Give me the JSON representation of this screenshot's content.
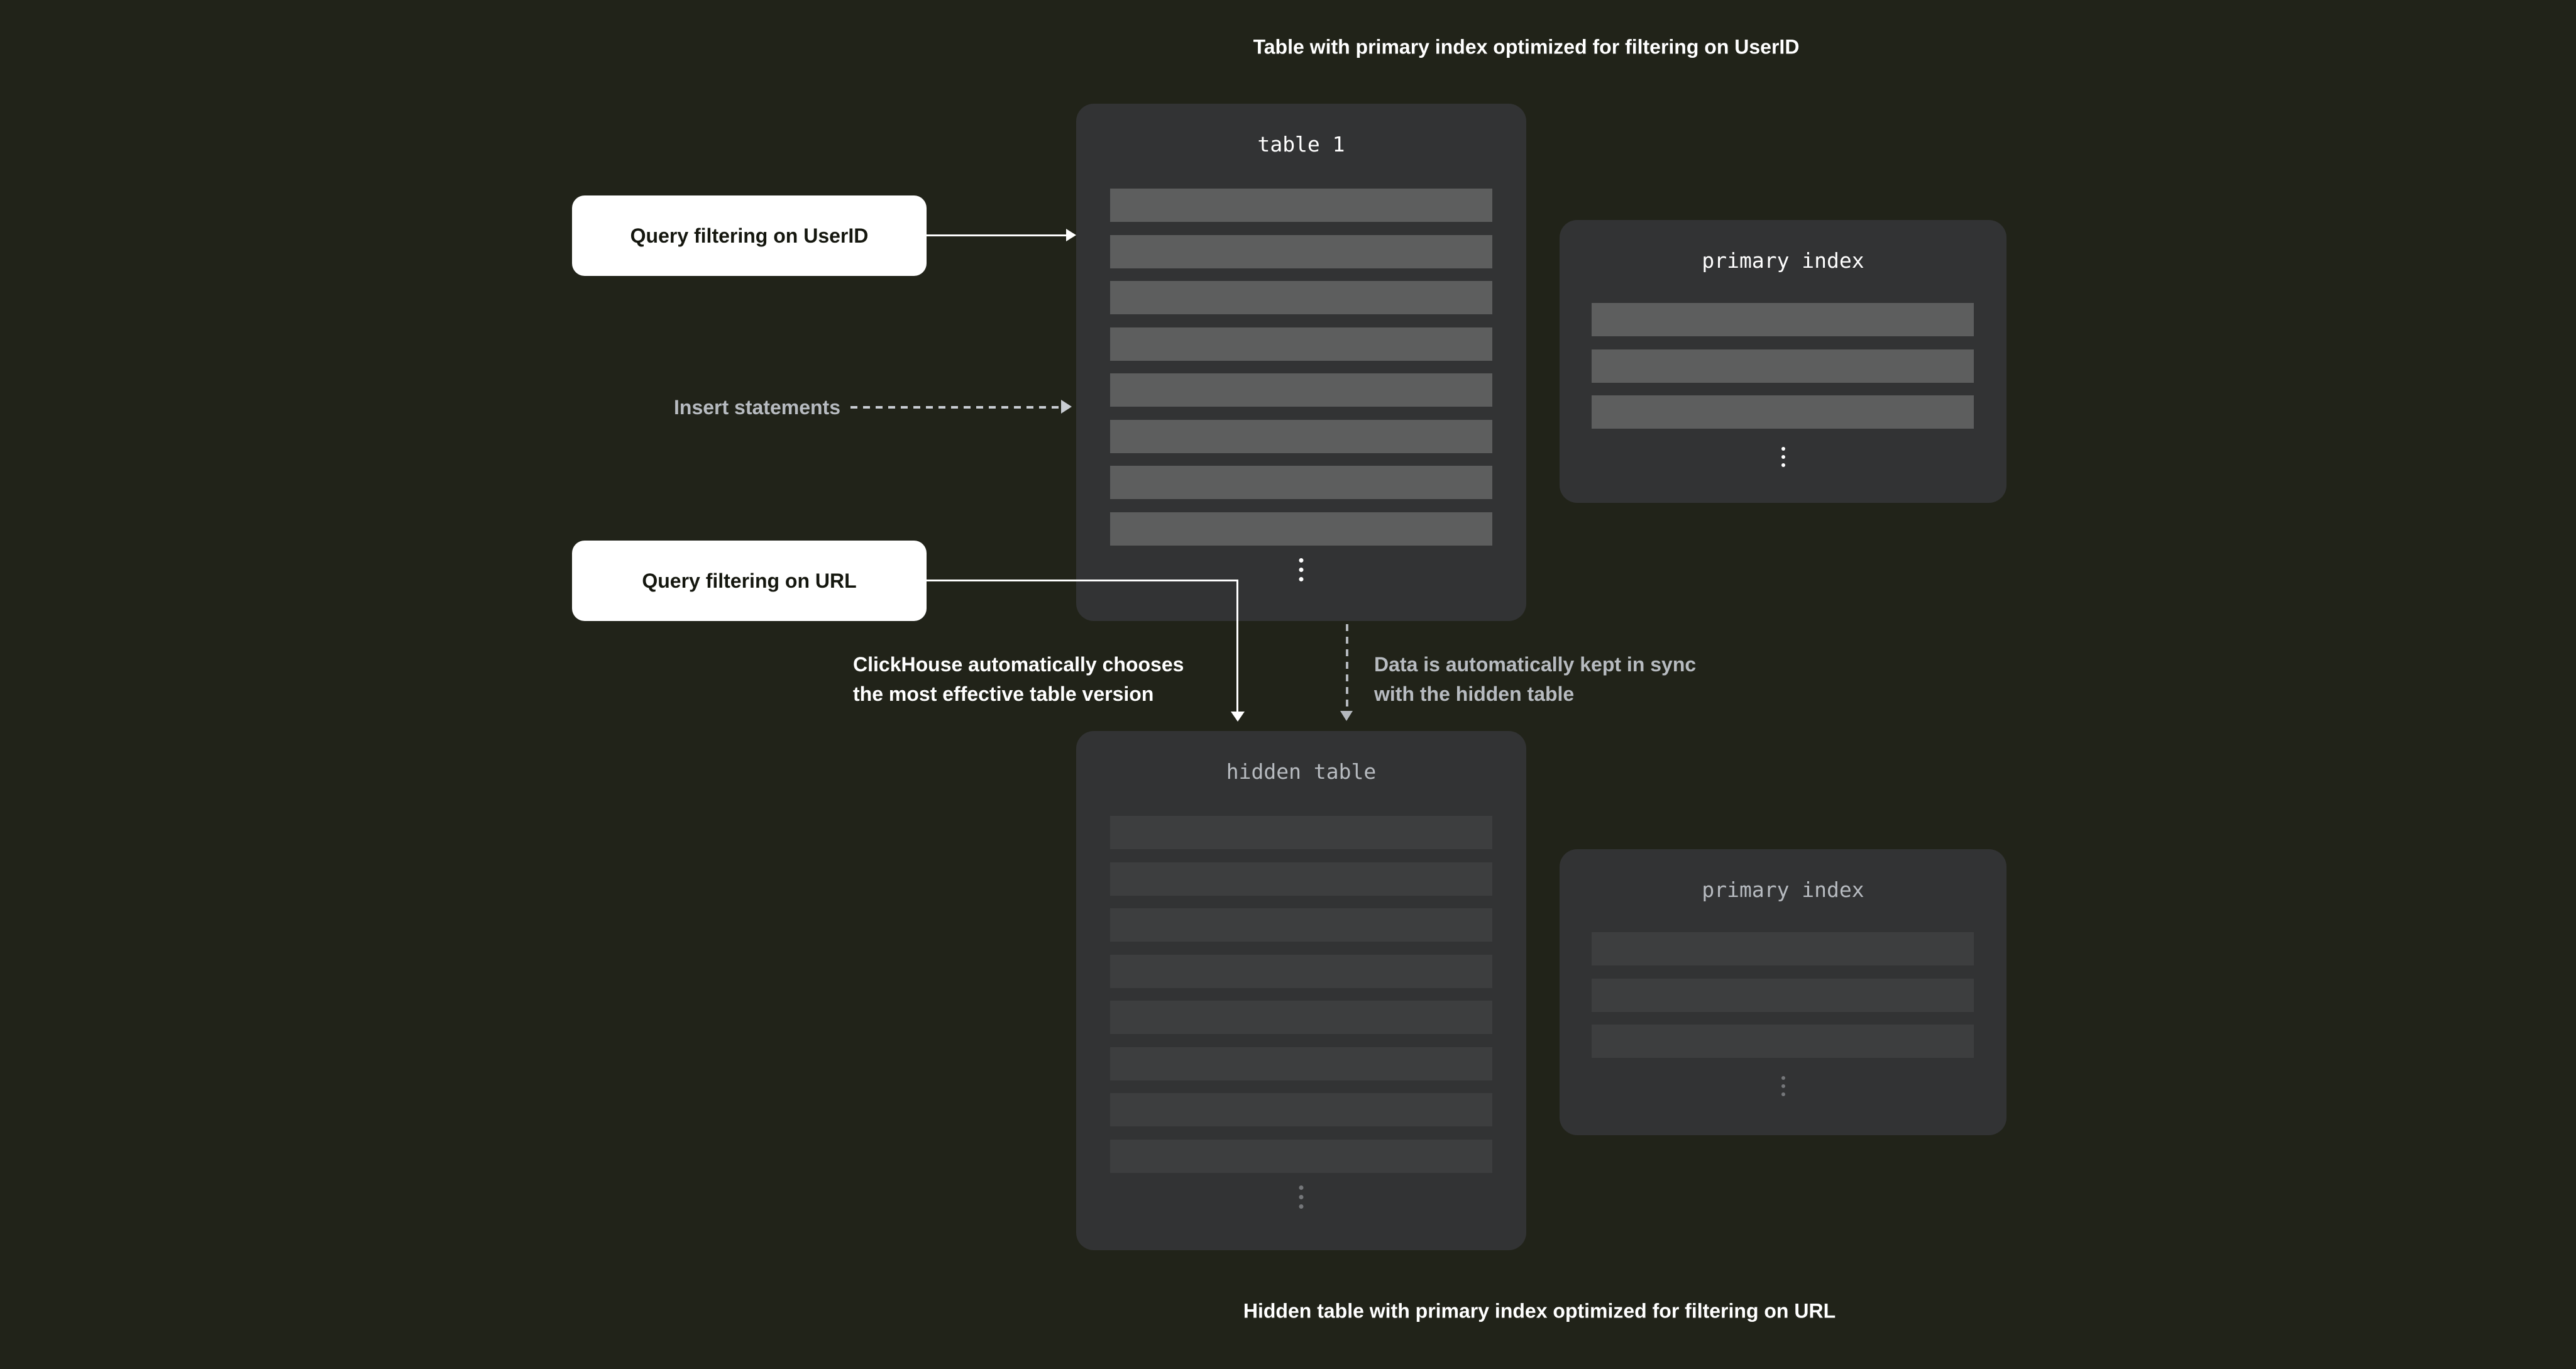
{
  "colors": {
    "background": "#212319",
    "panel": "#323334",
    "row_bright": "#5d5e5e",
    "row_dim": "#3d3e3f",
    "text_white": "#ffffff",
    "text_gray": "#b7bbc0",
    "text_dark": "#15170f",
    "dots_dim": "#75777a",
    "arrow_white": "#ffffff",
    "arrow_gray": "#b4b8bd",
    "arrow_gray_light": "#c9cdd3"
  },
  "captions": {
    "top": "Table with primary index optimized for filtering on UserID",
    "bottom": "Hidden table with primary index optimized for filtering on URL"
  },
  "callouts": {
    "query_userid": "Query filtering on UserID",
    "query_url": "Query filtering on URL",
    "insert_statements": "Insert statements",
    "chooses_line1": "ClickHouse automatically chooses",
    "chooses_line2": "the most effective table version",
    "sync_line1": "Data is automatically kept in sync",
    "sync_line2": "with the hidden table"
  },
  "boxes": {
    "table1": {
      "title": "table 1",
      "rows": 8
    },
    "primary_index_top": {
      "title": "primary index",
      "rows": 3
    },
    "hidden_table": {
      "title": "hidden table",
      "rows": 8
    },
    "primary_index_bottom": {
      "title": "primary index",
      "rows": 3
    }
  }
}
